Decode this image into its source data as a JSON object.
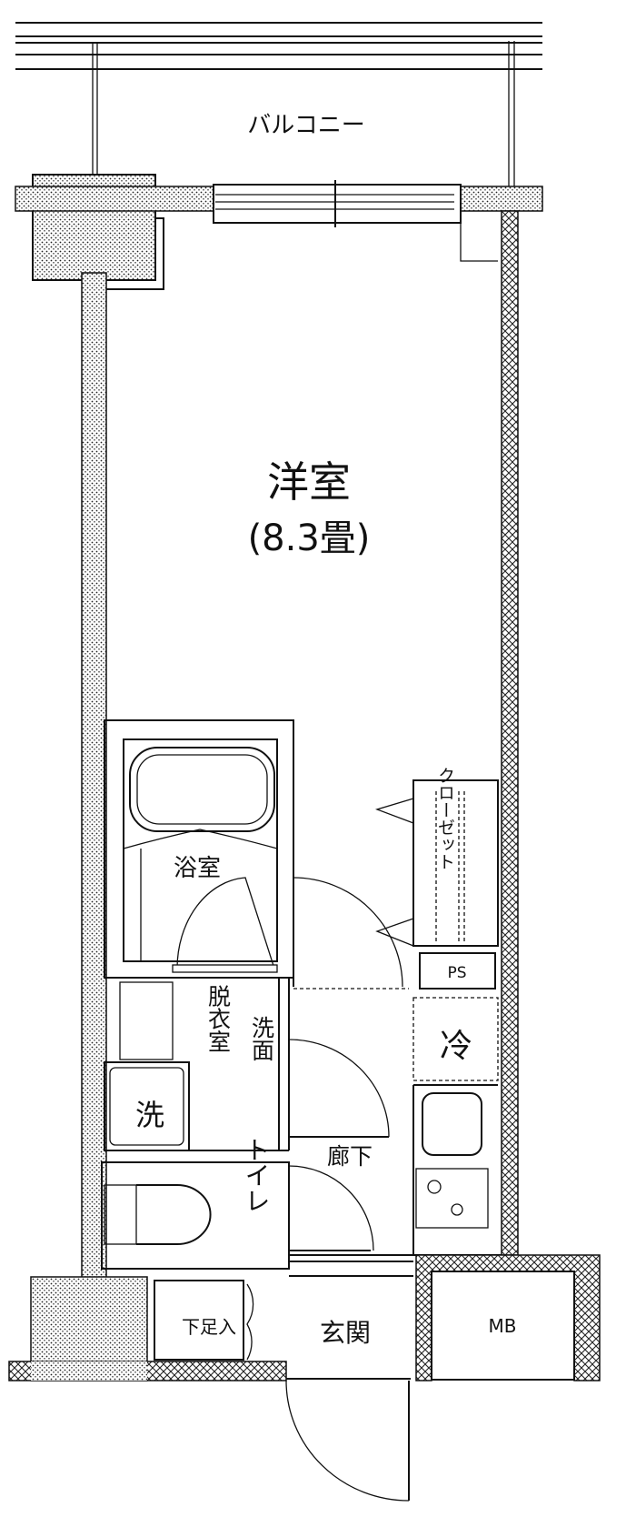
{
  "floor_plan": {
    "rooms": {
      "balcony": "バルコニー",
      "western_room": "洋室",
      "western_room_size": "(8.3畳)",
      "bathroom": "浴室",
      "closet": "クローゼット",
      "pipe_space": "PS",
      "refrigerator": "冷",
      "dressing_room": "脱衣室",
      "washbasin": "洗面",
      "washing_machine": "洗",
      "hallway": "廊下",
      "toilet": "トイレ",
      "shoe_box": "下足入",
      "entrance": "玄関",
      "meter_box": "MB"
    },
    "colors": {
      "line": "#111111",
      "background": "#ffffff"
    }
  }
}
